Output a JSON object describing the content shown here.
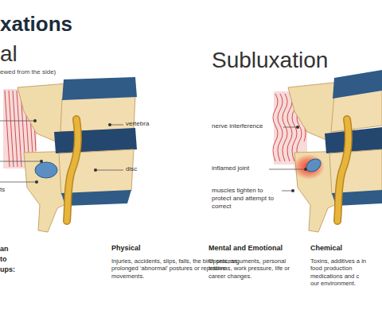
{
  "diagram": {
    "title": "xations",
    "labels": [
      "al",
      "Subluxation",
      "ewed from the side)",
      "vertebra",
      "disc",
      "ts",
      "nerve interference",
      "inflamed joint",
      "muscles tighten to protect and attempt to correct",
      "an",
      "to",
      "ups:",
      "Physical",
      "Injuries, accidents, slips, falls, the birth process, prolonged ‘abnormal’ postures or repetitive movements.",
      "Mental and Emotional",
      "Upsets, arguments, personal traumas, work pressure, life or career changes.",
      "Chemical",
      "Toxins, additives a in food production medications and c our environment."
    ]
  }
}
